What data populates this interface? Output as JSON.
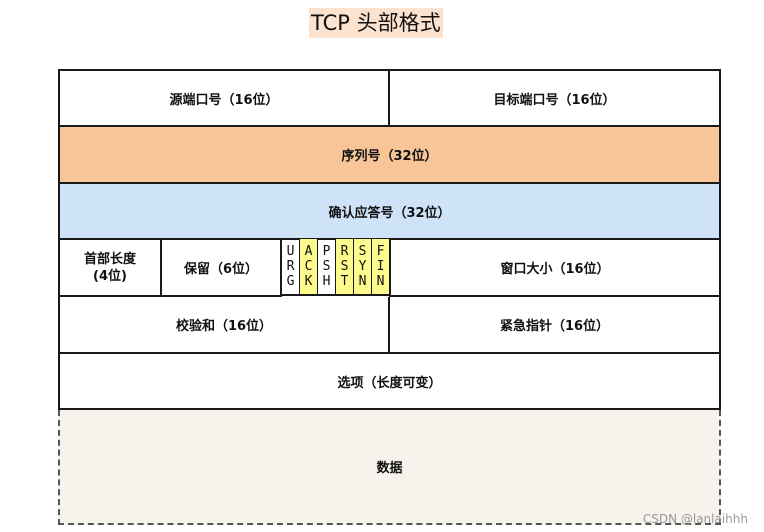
{
  "title": "TCP 头部格式",
  "rows": {
    "src_port": "源端口号（16位）",
    "dst_port": "目标端口号（16位）",
    "seq": "序列号（32位）",
    "ack": "确认应答号（32位）",
    "header_len_line1": "首部长度",
    "header_len_line2": "(4位)",
    "reserved": "保留（6位）",
    "window": "窗口大小（16位）",
    "checksum": "校验和（16位）",
    "urgent": "紧急指针（16位）",
    "options": "选项（长度可变）",
    "data": "数据"
  },
  "flags": [
    {
      "letters": [
        "U",
        "R",
        "G"
      ],
      "highlight": false
    },
    {
      "letters": [
        "A",
        "C",
        "K"
      ],
      "highlight": true
    },
    {
      "letters": [
        "P",
        "S",
        "H"
      ],
      "highlight": false
    },
    {
      "letters": [
        "R",
        "S",
        "T"
      ],
      "highlight": true
    },
    {
      "letters": [
        "S",
        "Y",
        "N"
      ],
      "highlight": true
    },
    {
      "letters": [
        "F",
        "I",
        "N"
      ],
      "highlight": true
    }
  ],
  "colors": {
    "title_bg": "#fbe3cf",
    "seq_bg": "#f7c598",
    "ack_bg": "#cfe3f8",
    "flag_highlight": "#fdfb8e",
    "data_bg": "#f5f3ec"
  },
  "watermark": "CSDN @lanlaihhh"
}
